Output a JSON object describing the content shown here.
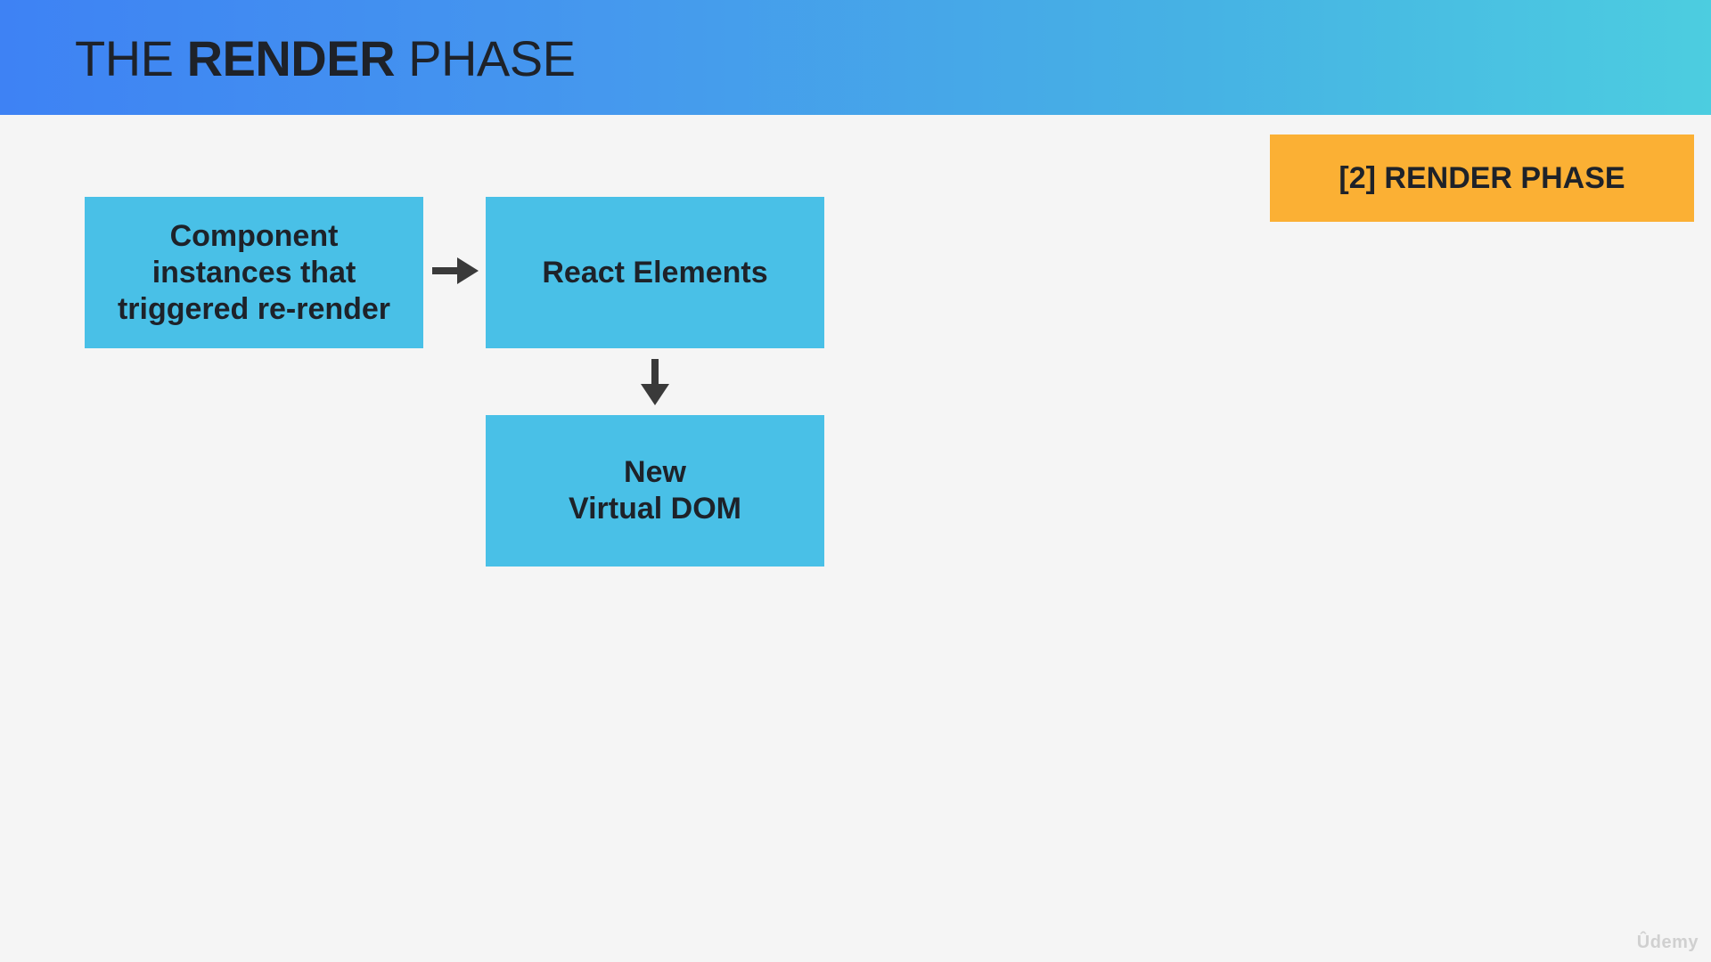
{
  "header": {
    "title_part1": "THE ",
    "title_part2": "RENDER",
    "title_part3": " PHASE"
  },
  "phase_badge": {
    "label": "[2] RENDER PHASE",
    "color": "#fbb034"
  },
  "diagram": {
    "nodes": [
      {
        "id": "component-instances",
        "label": "Component\ninstances that\ntriggered re-render"
      },
      {
        "id": "react-elements",
        "label": "React Elements"
      },
      {
        "id": "new-virtual-dom",
        "label": "New\nVirtual DOM"
      }
    ],
    "edges": [
      {
        "from": "component-instances",
        "to": "react-elements"
      },
      {
        "from": "react-elements",
        "to": "new-virtual-dom"
      }
    ],
    "box_color": "#49c0e7"
  },
  "watermark": "Ûdemy"
}
